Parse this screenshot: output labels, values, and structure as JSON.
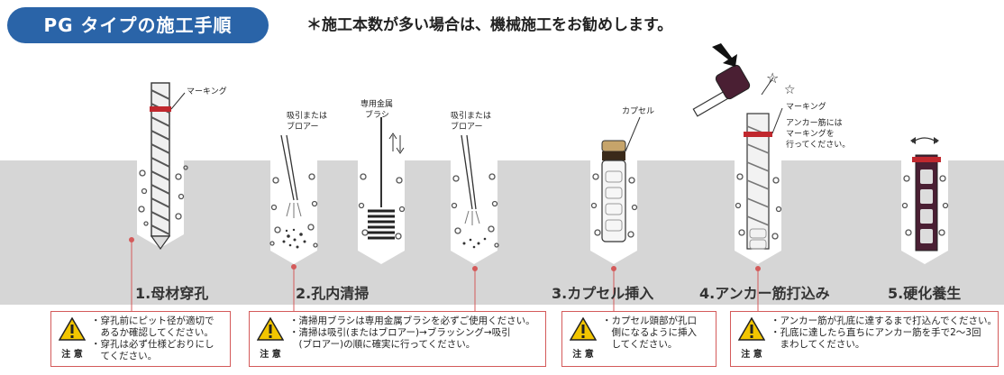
{
  "header": {
    "title": "PG タイプの施工手順",
    "note": "＊施工本数が多い場合は、機械施工をお勧めします。"
  },
  "steps": [
    {
      "label": "1.母材穿孔"
    },
    {
      "label": "2.孔内清掃"
    },
    {
      "label": "3.カプセル挿入"
    },
    {
      "label": "4.アンカー筋打込み"
    },
    {
      "label": "5.硬化養生"
    }
  ],
  "callouts": {
    "marking1": "マーキング",
    "suction1": [
      "吸引または",
      "ブロアー"
    ],
    "brush": [
      "専用金属",
      "ブラシ"
    ],
    "suction2": [
      "吸引または",
      "ブロアー"
    ],
    "capsule": "カプセル",
    "marking2": "マーキング",
    "anchor_note": [
      "アンカー筋には",
      "マーキングを",
      "行ってください。"
    ]
  },
  "notes": [
    {
      "caution": "注 意",
      "lines": [
        "・穿孔前にピット径が適切で",
        "　あるか確認してください。",
        "・穿孔は必ず仕様どおりにし",
        "　てください。"
      ]
    },
    {
      "caution": "注 意",
      "lines": [
        "・清掃用ブラシは専用金属ブラシを必ずご使用ください。",
        "・清掃は吸引(またはブロアー)→ブラッシング→吸引",
        "　(ブロアー)の順に確実に行ってください。"
      ]
    },
    {
      "caution": "注 意",
      "lines": [
        "・カプセル頭部が孔口",
        "　側になるように挿入",
        "　してください。"
      ]
    },
    {
      "caution": "注 意",
      "lines": [
        "・アンカー筋が孔底に達するまで打込んでください。",
        "・孔底に達したら直ちにアンカー筋を手で2〜3回",
        "　まわしてください。"
      ]
    }
  ],
  "colors": {
    "title_bg": "#2a64a8",
    "ground": "#d6d6d6",
    "accent_red": "#c0282e",
    "note_border": "#d45a5a",
    "warning_yellow": "#f2c500"
  }
}
